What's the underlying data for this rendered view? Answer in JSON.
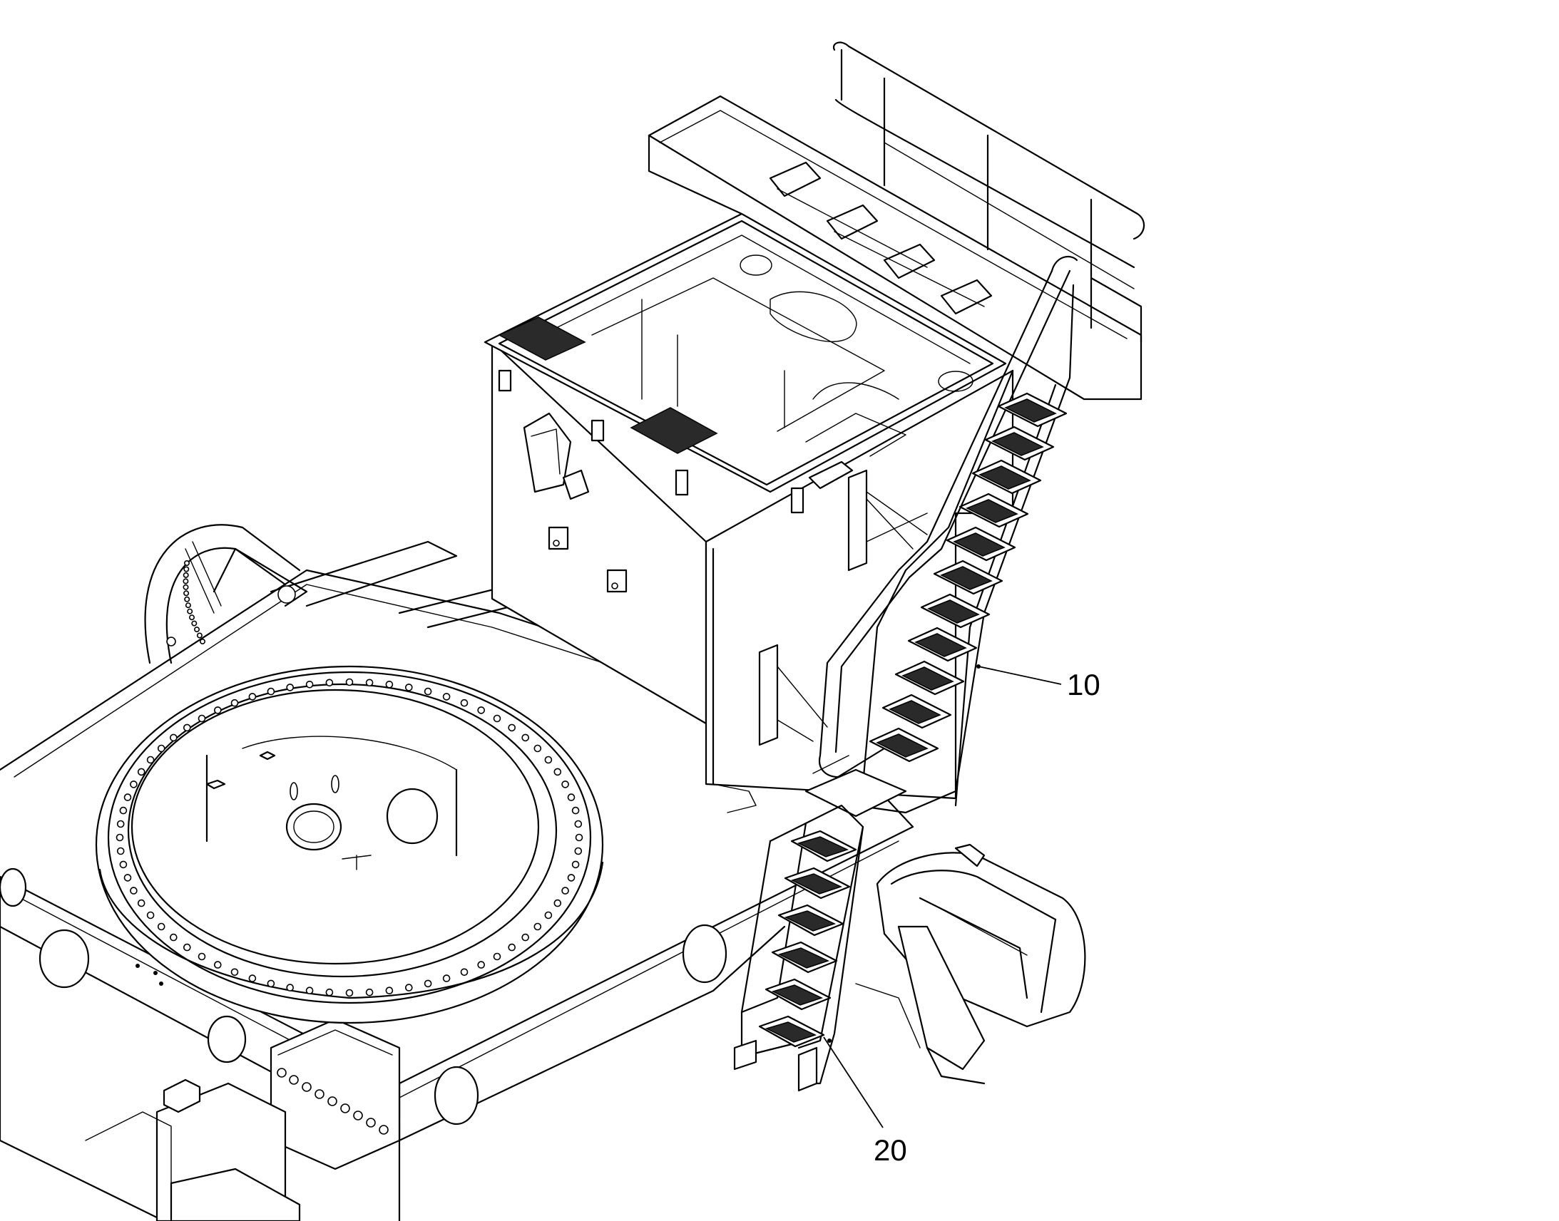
{
  "callouts": [
    {
      "id": "stair-upper",
      "label": "10"
    },
    {
      "id": "stair-lower",
      "label": "20"
    }
  ],
  "colors": {
    "line": "#000000",
    "background": "#ffffff"
  }
}
